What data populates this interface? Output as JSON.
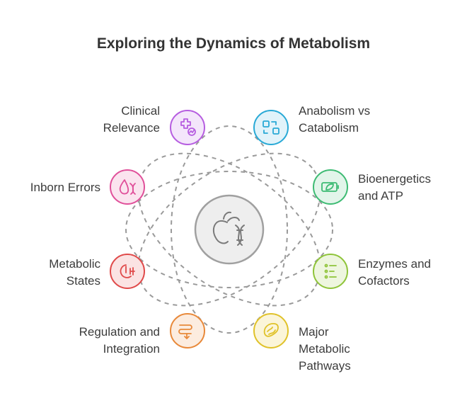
{
  "title": "Exploring the Dynamics of Metabolism",
  "center": {
    "icon": "apple-dna-icon"
  },
  "nodes": [
    {
      "id": "clinical",
      "line1": "Clinical",
      "line2": "Relevance",
      "line3": "",
      "color": "#b65de0",
      "icon": "medical-cross-chart-icon"
    },
    {
      "id": "anabolism",
      "line1": "Anabolism vs",
      "line2": "Catabolism",
      "line3": "",
      "color": "#28a9d6",
      "icon": "build-break-icon"
    },
    {
      "id": "inborn",
      "line1": "Inborn Errors",
      "line2": "",
      "line3": "",
      "color": "#e0509a",
      "icon": "drop-dna-icon"
    },
    {
      "id": "bioenergetics",
      "line1": "Bioenergetics",
      "line2": "and ATP",
      "line3": "",
      "color": "#3dbb73",
      "icon": "battery-leaf-icon"
    },
    {
      "id": "states",
      "line1": "Metabolic",
      "line2": "States",
      "line3": "",
      "color": "#e04a4a",
      "icon": "gauge-state-icon"
    },
    {
      "id": "enzymes",
      "line1": "Enzymes and",
      "line2": "Cofactors",
      "line3": "",
      "color": "#8fc43a",
      "icon": "list-icon"
    },
    {
      "id": "regulation",
      "line1": "Regulation and",
      "line2": "Integration",
      "line3": "",
      "color": "#e8893a",
      "icon": "flow-arrows-icon"
    },
    {
      "id": "pathways",
      "line1": "Major",
      "line2": "Metabolic",
      "line3": "Pathways",
      "color": "#e0c22a",
      "icon": "pathway-organ-icon"
    }
  ]
}
